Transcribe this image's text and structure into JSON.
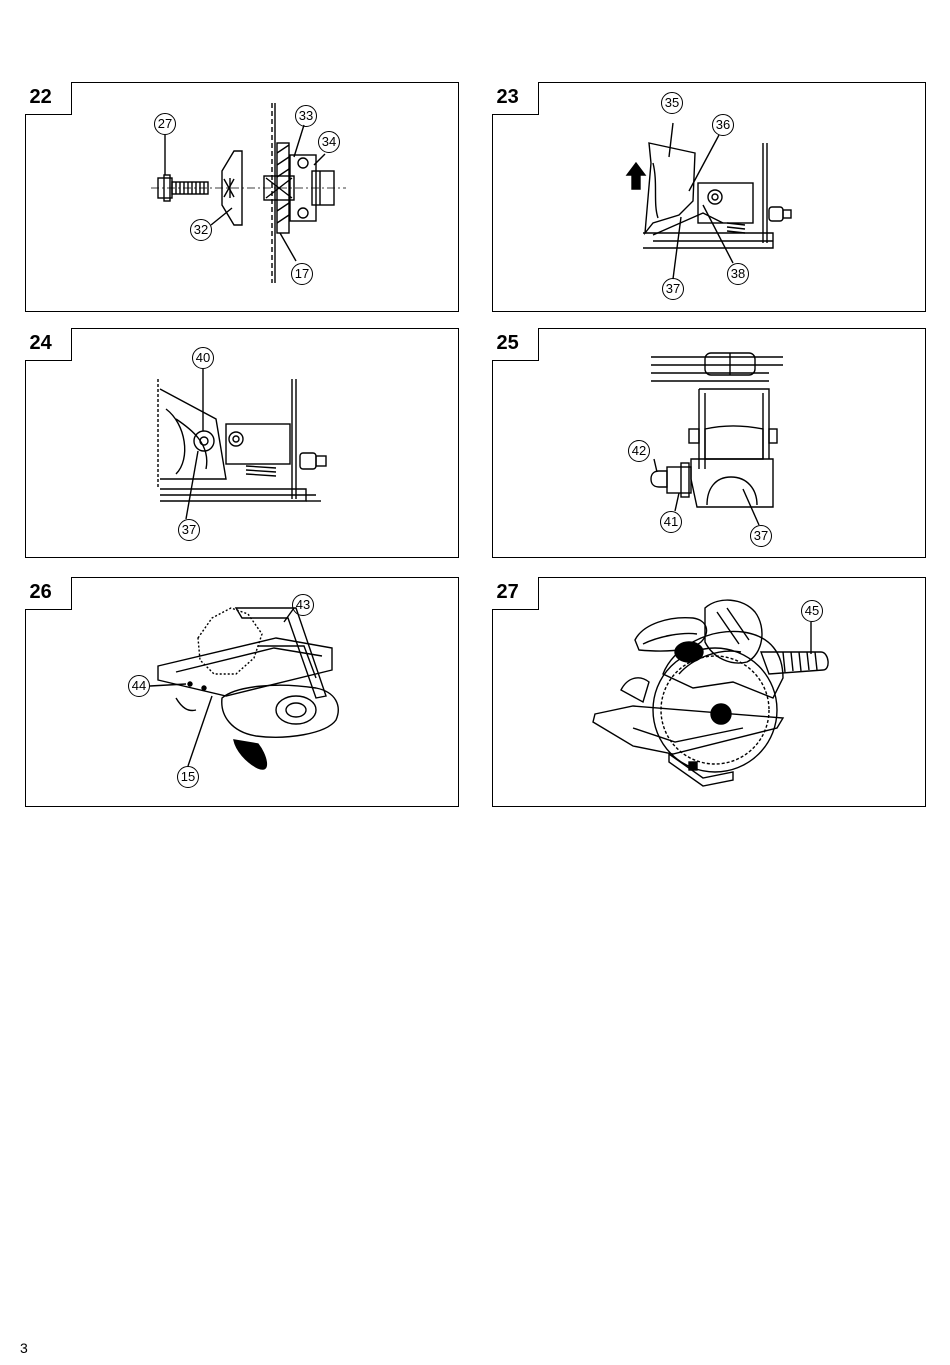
{
  "figures": [
    {
      "number": "22",
      "callouts": [
        "27",
        "33",
        "34",
        "32",
        "17"
      ]
    },
    {
      "number": "23",
      "callouts": [
        "35",
        "36",
        "37",
        "38"
      ]
    },
    {
      "number": "24",
      "callouts": [
        "40",
        "37"
      ]
    },
    {
      "number": "25",
      "callouts": [
        "42",
        "41",
        "37"
      ]
    },
    {
      "number": "26",
      "callouts": [
        "43",
        "44",
        "15"
      ]
    },
    {
      "number": "27",
      "callouts": [
        "45"
      ]
    }
  ],
  "page_number": "3"
}
